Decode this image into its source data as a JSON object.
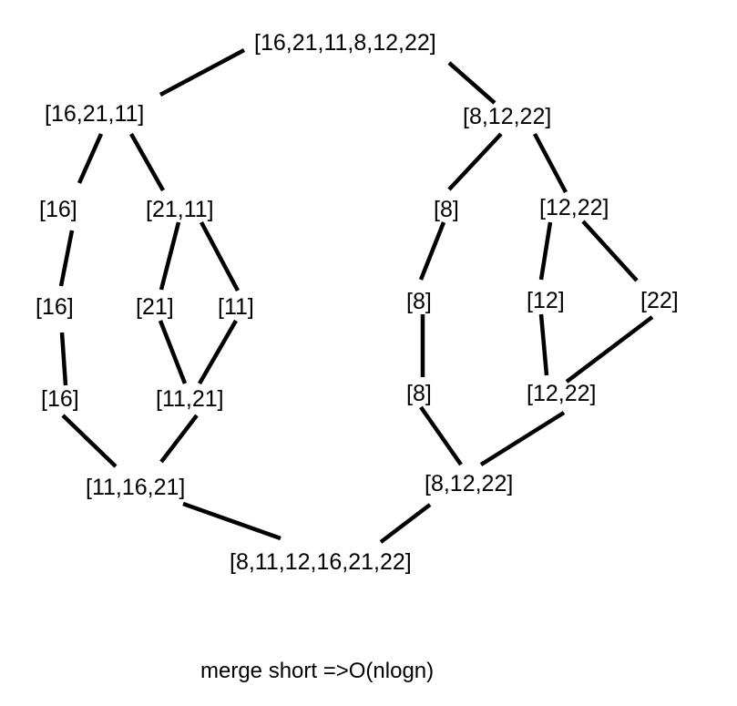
{
  "diagram": {
    "nodes": [
      {
        "id": "root",
        "label": "[16,21,11,8,12,22]"
      },
      {
        "id": "l1",
        "label": "[16,21,11]"
      },
      {
        "id": "r1",
        "label": "[8,12,22]"
      },
      {
        "id": "l2a",
        "label": "[16]"
      },
      {
        "id": "l2b",
        "label": "[21,11]"
      },
      {
        "id": "r2a",
        "label": "[8]"
      },
      {
        "id": "r2b",
        "label": "[12,22]"
      },
      {
        "id": "l3a",
        "label": "[16]"
      },
      {
        "id": "l3b",
        "label": "[21]"
      },
      {
        "id": "l3c",
        "label": "[11]"
      },
      {
        "id": "r3a",
        "label": "[8]"
      },
      {
        "id": "r3b",
        "label": "[12]"
      },
      {
        "id": "r3c",
        "label": "[22]"
      },
      {
        "id": "l4a",
        "label": "[16]"
      },
      {
        "id": "l4b",
        "label": "[11,21]"
      },
      {
        "id": "r4a",
        "label": "[8]"
      },
      {
        "id": "r4b",
        "label": "[12,22]"
      },
      {
        "id": "l5",
        "label": "[11,16,21]"
      },
      {
        "id": "r5",
        "label": "[8,12,22]"
      },
      {
        "id": "final",
        "label": "[8,11,12,16,21,22]"
      }
    ],
    "edges": [
      [
        "root",
        "l1"
      ],
      [
        "root",
        "r1"
      ],
      [
        "l1",
        "l2a"
      ],
      [
        "l1",
        "l2b"
      ],
      [
        "r1",
        "r2a"
      ],
      [
        "r1",
        "r2b"
      ],
      [
        "l2a",
        "l3a"
      ],
      [
        "l2b",
        "l3b"
      ],
      [
        "l2b",
        "l3c"
      ],
      [
        "r2a",
        "r3a"
      ],
      [
        "r2b",
        "r3b"
      ],
      [
        "r2b",
        "r3c"
      ],
      [
        "l3a",
        "l4a"
      ],
      [
        "l3b",
        "l4b"
      ],
      [
        "l3c",
        "l4b"
      ],
      [
        "r3a",
        "r4a"
      ],
      [
        "r3b",
        "r4b"
      ],
      [
        "r3c",
        "r4b"
      ],
      [
        "l4a",
        "l5"
      ],
      [
        "l4b",
        "l5"
      ],
      [
        "r4a",
        "r5"
      ],
      [
        "r4b",
        "r5"
      ],
      [
        "l5",
        "final"
      ],
      [
        "r5",
        "final"
      ]
    ],
    "caption": "merge short =>O(nlogn)"
  }
}
